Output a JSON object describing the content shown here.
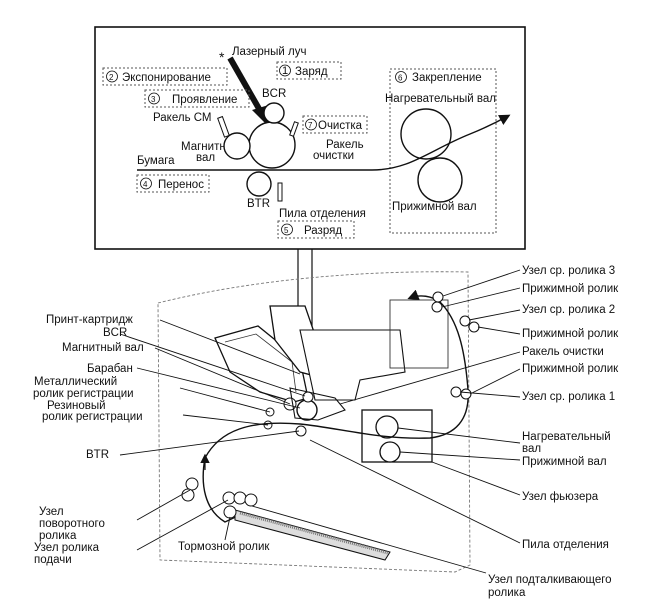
{
  "inset": {
    "laser_beam": "Лазерный луч",
    "asterisk": "*",
    "charge": "Заряд",
    "exposure": "Экспонирование",
    "development": "Проявление",
    "bcr": "BCR",
    "blade_cm": "Ракель СМ",
    "magnetic_roller_1": "Магнитный",
    "magnetic_roller_2": "вал",
    "cleaning": "Очистка",
    "cleaning_blade_1": "Ракель",
    "cleaning_blade_2": "очистки",
    "paper": "Бумага",
    "transfer": "Перенос",
    "btr": "BTR",
    "separation_saw": "Пила отделения",
    "discharge": "Разряд",
    "fusing": "Закрепление",
    "heat_roller": "Нагревательный вал",
    "pressure_roller": "Прижимной вал",
    "num": {
      "n1": "1",
      "n2": "2",
      "n3": "3",
      "n4": "4",
      "n5": "5",
      "n6": "6",
      "n7": "7"
    }
  },
  "left_labels": {
    "print_cartridge": "Принт-картридж",
    "bcr": "BCR",
    "magnetic_roller": "Магнитный вал",
    "drum": "Барабан",
    "metal_reg_1": "Металлический",
    "metal_reg_2": "ролик регистрации",
    "rubber_reg_1": "Резиновый",
    "rubber_reg_2": "ролик регистрации",
    "btr": "BTR",
    "turn_roller_1": "Узел",
    "turn_roller_2": "поворотного",
    "turn_roller_3": "ролика",
    "feed_roller_1": "Узел ролика",
    "feed_roller_2": "подачи",
    "brake_roller": "Тормозной ролик"
  },
  "right_labels": {
    "mid_roller_3": "Узел ср. ролика 3",
    "pressure_roller_a": "Прижимной ролик",
    "mid_roller_2": "Узел ср. ролика 2",
    "pressure_roller_b": "Прижимной ролик",
    "cleaning_blade": "Ракель очистки",
    "pressure_roller_c": "Прижимной ролик",
    "mid_roller_1": "Узел ср. ролика 1",
    "heat_roller_1": "Нагревательный",
    "heat_roller_2": "вал",
    "pressure_shaft": "Прижимной вал",
    "fuser_unit": "Узел фьюзера",
    "separation_saw": "Пила отделения",
    "push_roller_1": "Узел подталкивающего",
    "push_roller_2": "ролика"
  }
}
